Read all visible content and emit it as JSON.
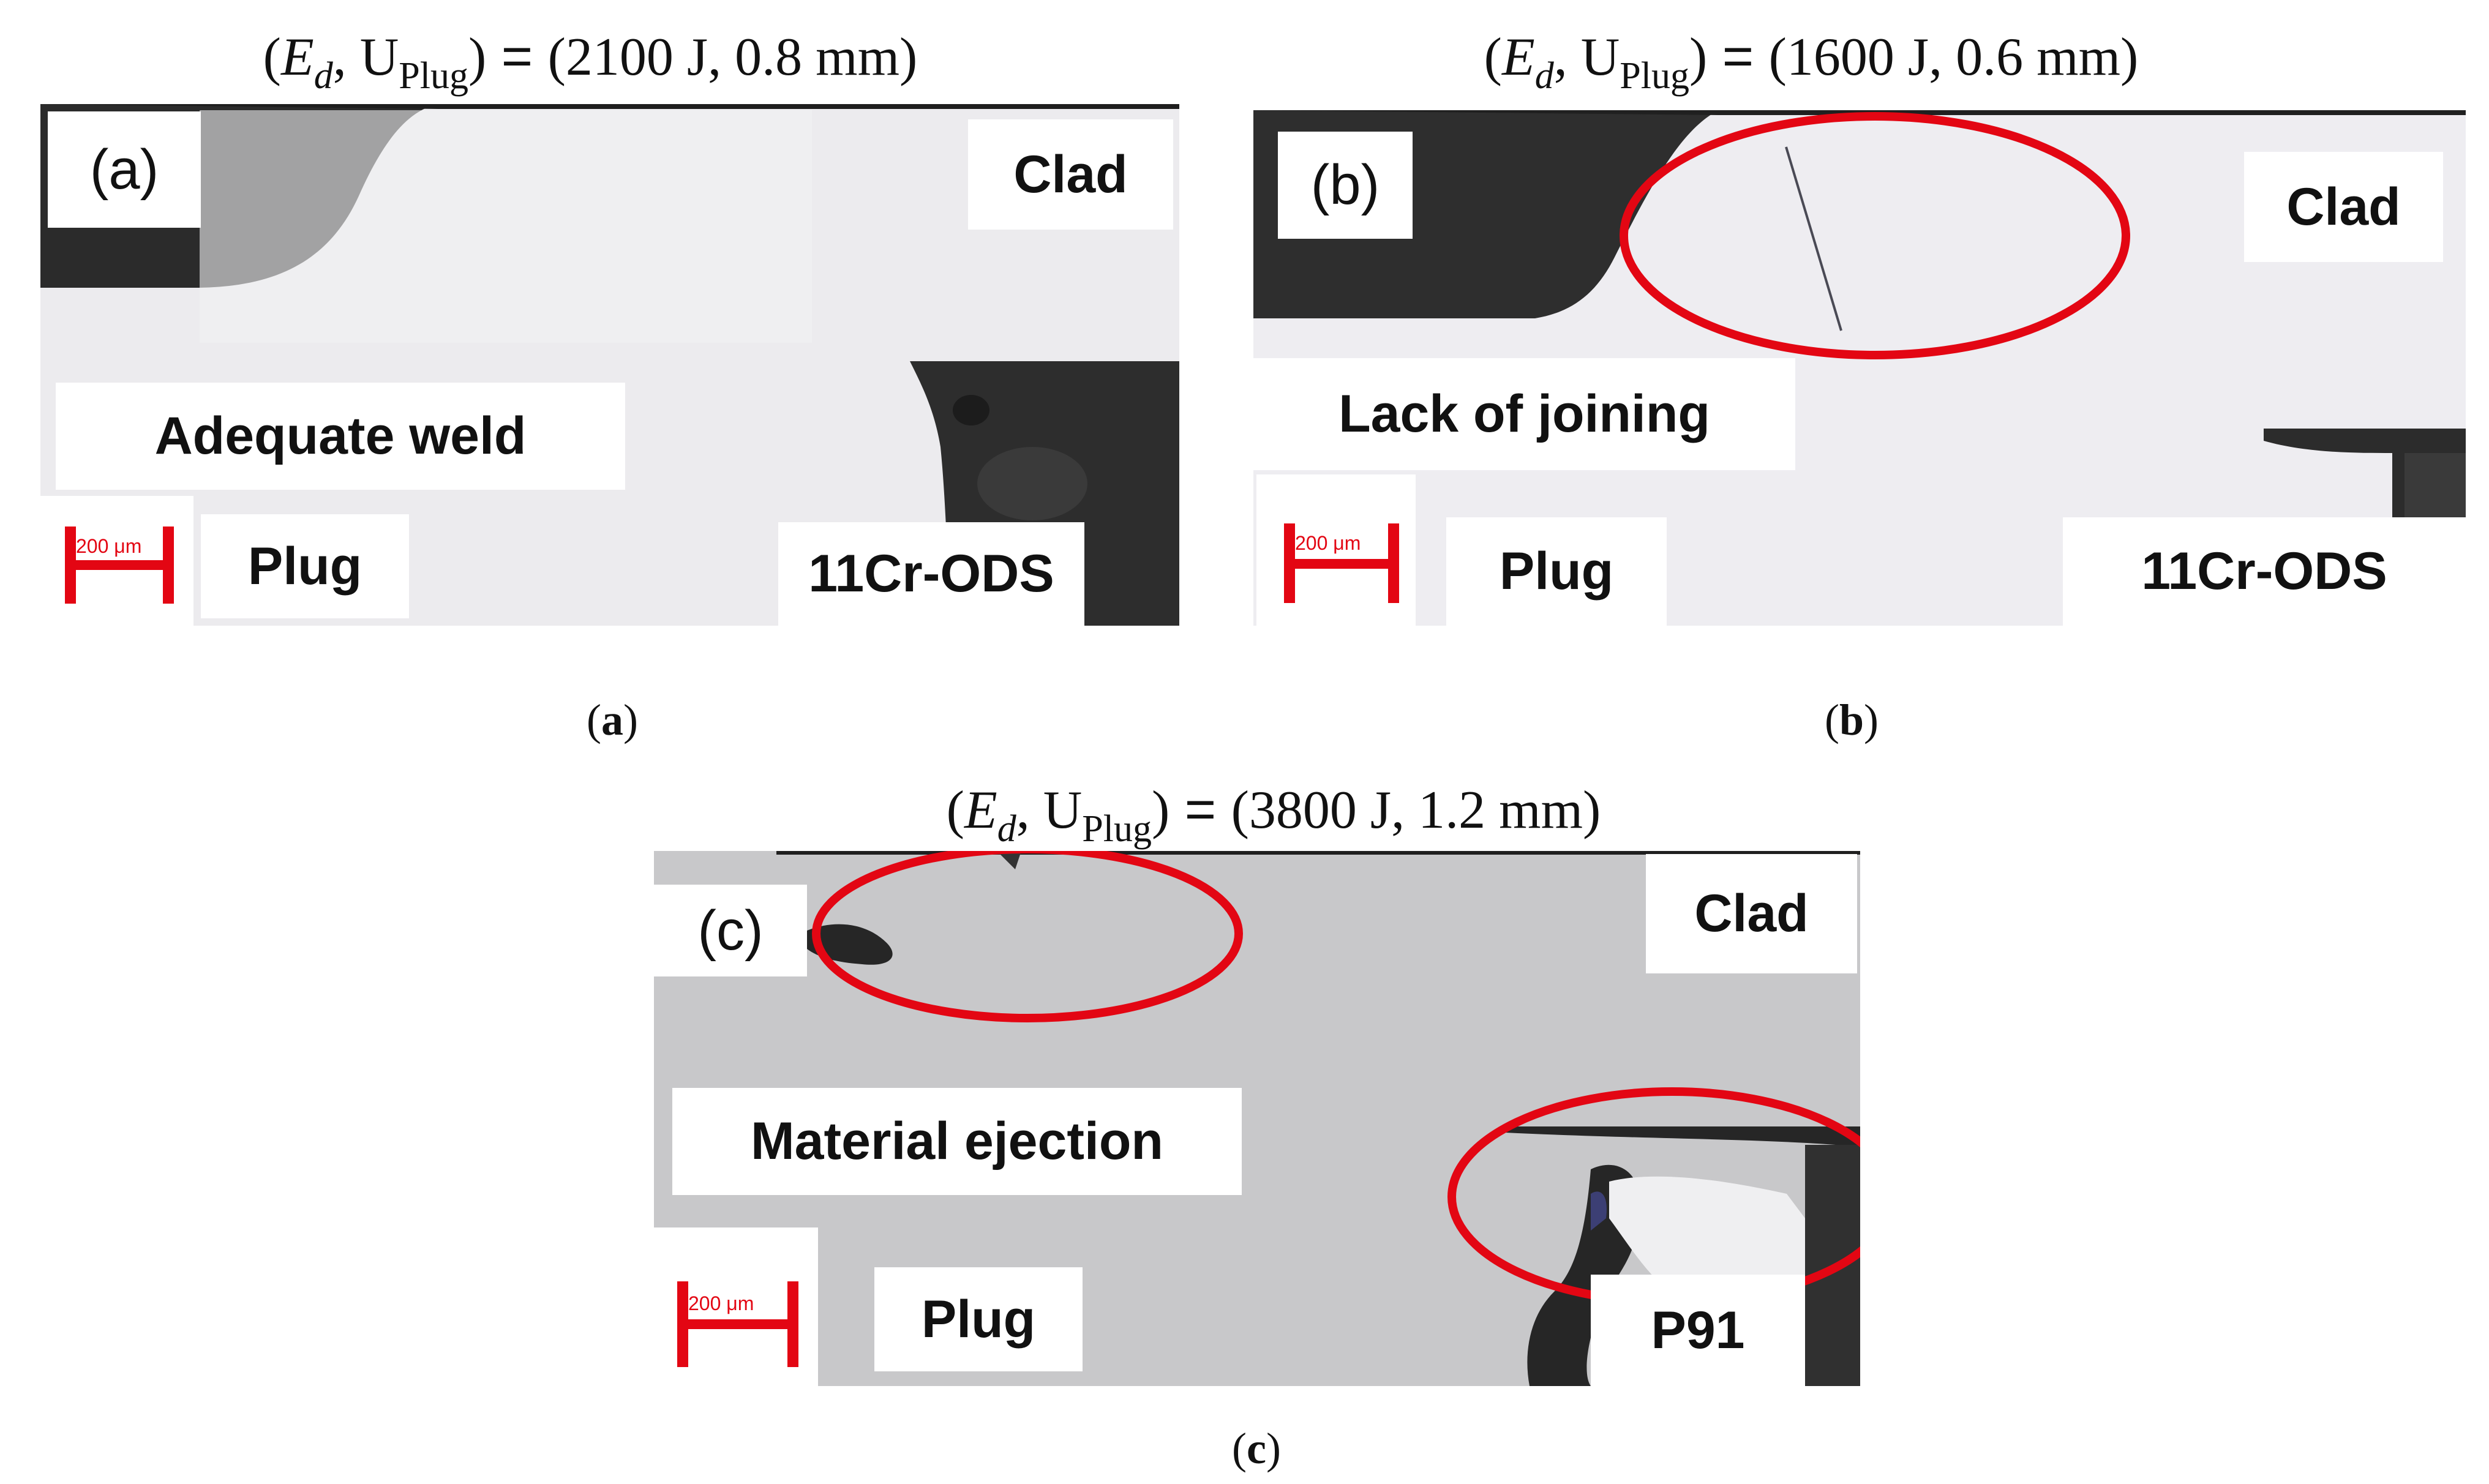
{
  "panels": [
    {
      "title": {
        "open": "(",
        "symbol": "E",
        "symbol_sub": "d",
        "sep": ", U",
        "plug_sub": "Plug",
        "close": ")",
        "eq": " = ",
        "values": "(2100 J, 0.8 mm)"
      },
      "letter": "(a)",
      "clad": "Clad",
      "weld_label": "Adequate weld",
      "plug": "Plug",
      "tube": "11Cr-ODS",
      "scale": "200 μm",
      "caption": "a"
    },
    {
      "title": {
        "open": "(",
        "symbol": "E",
        "symbol_sub": "d",
        "sep": ", U",
        "plug_sub": "Plug",
        "close": ")",
        "eq": " = ",
        "values": "(1600 J, 0.6 mm)"
      },
      "letter": "(b)",
      "clad": "Clad",
      "weld_label": "Lack of joining",
      "plug": "Plug",
      "tube": "11Cr-ODS",
      "scale": "200 μm",
      "caption": "b"
    },
    {
      "title": {
        "open": "(",
        "symbol": "E",
        "symbol_sub": "d",
        "sep": ", U",
        "plug_sub": "Plug",
        "close": ")",
        "eq": " = ",
        "values": "(3800 J, 1.2 mm)"
      },
      "letter": "(c)",
      "clad": "Clad",
      "weld_label": "Material ejection",
      "plug": "Plug",
      "tube": "P91",
      "scale": "200 μm",
      "caption": "c"
    }
  ],
  "colors": {
    "highlight_ellipse": "#e30613",
    "scale_bar": "#e30613",
    "metal_a_b": "#ecebee",
    "metal_c": "#c9c9cb",
    "void": "#2b2b2b"
  }
}
